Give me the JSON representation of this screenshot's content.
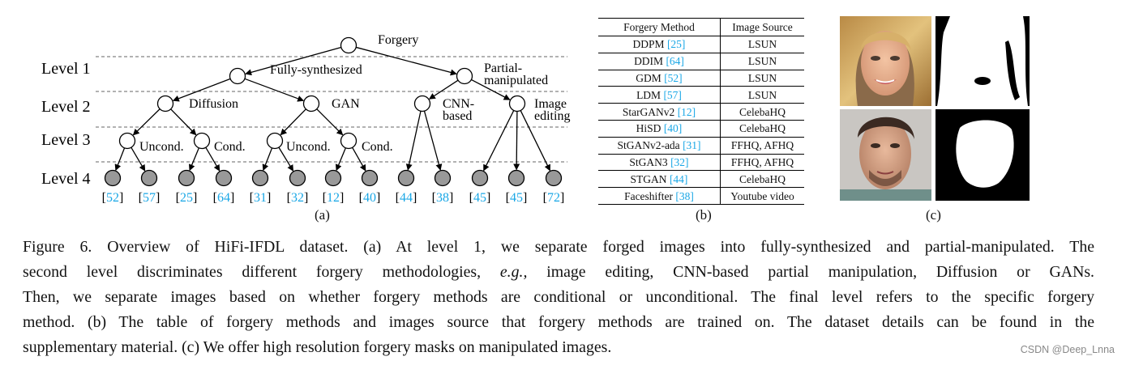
{
  "tree": {
    "levels": [
      "Level 1",
      "Level 2",
      "Level 3",
      "Level 4"
    ],
    "root_label": "Forgery",
    "level1": [
      "Fully-synthesized",
      [
        "Partial-",
        "manipulated"
      ]
    ],
    "level2": [
      "Diffusion",
      "GAN",
      [
        "CNN-",
        "based"
      ],
      [
        "Image",
        "editing"
      ]
    ],
    "level3": [
      "Uncond.",
      "Cond.",
      "Uncond.",
      "Cond."
    ],
    "leaf_refs": [
      "52",
      "57",
      "25",
      "64",
      "31",
      "32",
      "12",
      "40",
      "44",
      "38",
      "45",
      "45",
      "72"
    ]
  },
  "table": {
    "headers": [
      "Forgery Method",
      "Image Source"
    ],
    "rows": [
      {
        "method": "DDPM",
        "ref": "25",
        "source": "LSUN"
      },
      {
        "method": "DDIM",
        "ref": "64",
        "source": "LSUN"
      },
      {
        "method": "GDM",
        "ref": "52",
        "source": "LSUN"
      },
      {
        "method": "LDM",
        "ref": "57",
        "source": "LSUN"
      },
      {
        "method": "StarGANv2",
        "ref": "12",
        "source": "CelebaHQ"
      },
      {
        "method": "HiSD",
        "ref": "40",
        "source": "CelebaHQ"
      },
      {
        "method": "StGANv2-ada",
        "ref": "31",
        "source": "FFHQ, AFHQ"
      },
      {
        "method": "StGAN3",
        "ref": "32",
        "source": "FFHQ, AFHQ"
      },
      {
        "method": "STGAN",
        "ref": "44",
        "source": "CelebaHQ"
      },
      {
        "method": "Faceshifter",
        "ref": "38",
        "source": "Youtube video"
      }
    ]
  },
  "panel_labels": {
    "a": "(a)",
    "b": "(b)",
    "c": "(c)"
  },
  "caption_lines": [
    "Figure 6. Overview of HiFi-IFDL dataset. (a) At level 1, we separate forged images into fully-synthesized and partial-manipulated. The",
    "second level discriminates different forgery methodologies, e.g., image editing, CNN-based partial manipulation, Diffusion or GANs.",
    "Then, we separate images based on whether forgery methods are conditional or unconditional. The final level refers to the specific forgery",
    "method. (b) The table of forgery methods and images source that forgery methods are trained on. The dataset details can be found in the",
    "supplementary material. (c) We offer high resolution forgery masks on manipulated images."
  ],
  "watermark": "CSDN @Deep_Lnna",
  "colors": {
    "ref": "#1aa7e6",
    "leaf_fill": "#999999"
  }
}
